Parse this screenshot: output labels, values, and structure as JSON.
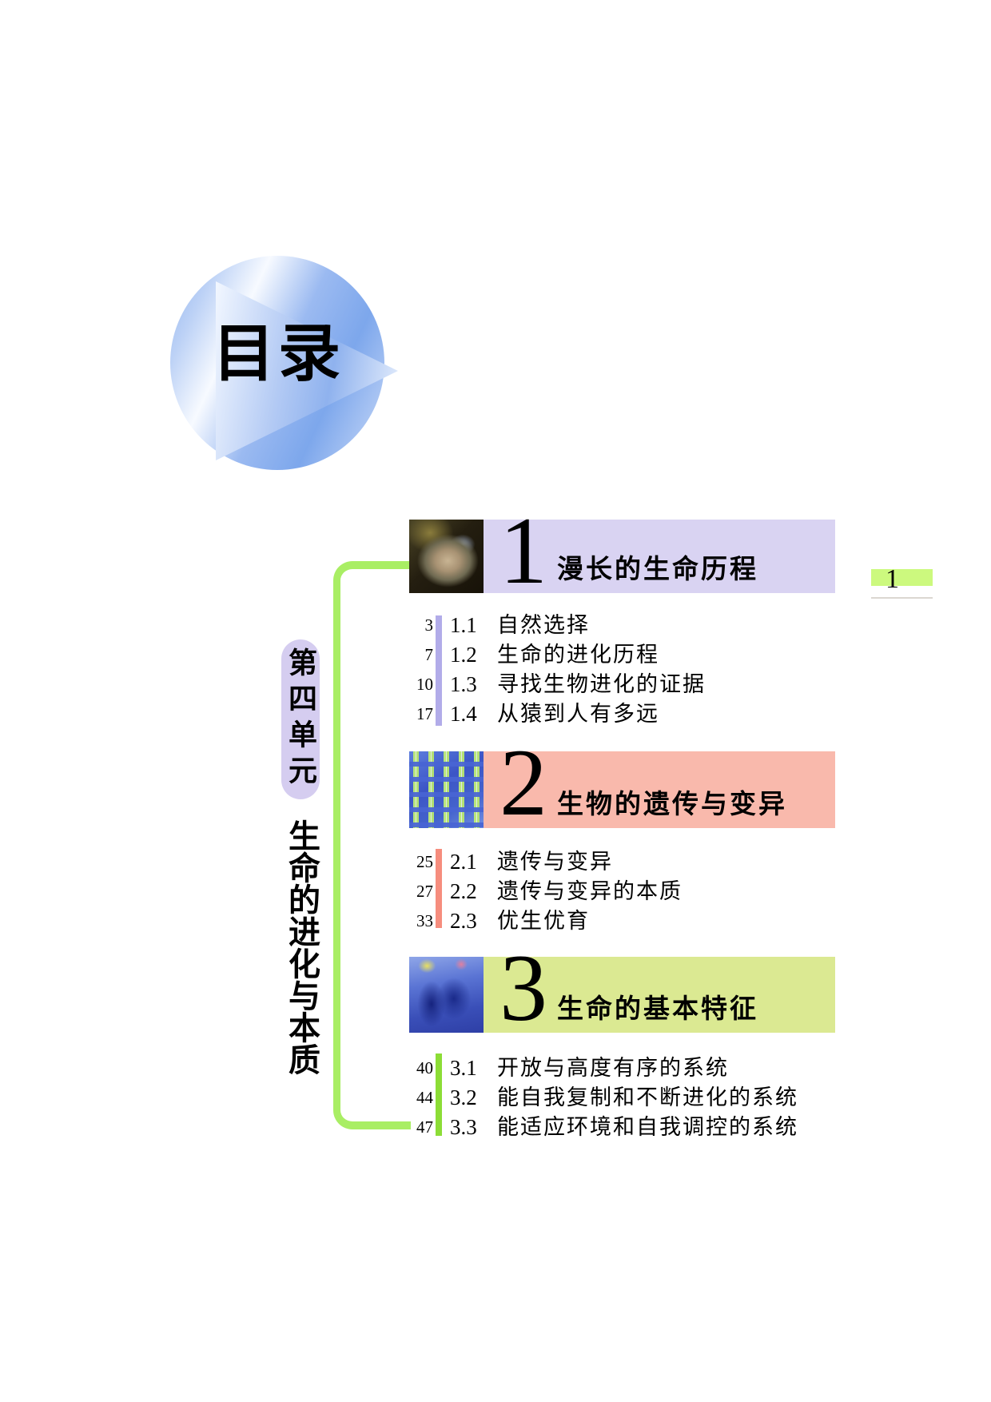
{
  "logo": {
    "title": "目录"
  },
  "unit": {
    "badge": "第四单元",
    "title": "生命的进化与本质"
  },
  "page_tab": {
    "number": "1"
  },
  "chapters": [
    {
      "number": "1",
      "title": "漫长的生命历程",
      "thumbnail": "fossil-photo",
      "banner_color": "#d9d3f2",
      "bar_color": "#b2ace9",
      "sections": [
        {
          "page": "3",
          "number": "1.1",
          "title": "自然选择"
        },
        {
          "page": "7",
          "number": "1.2",
          "title": "生命的进化历程"
        },
        {
          "page": "10",
          "number": "1.3",
          "title": "寻找生物进化的证据"
        },
        {
          "page": "17",
          "number": "1.4",
          "title": "从猿到人有多远"
        }
      ]
    },
    {
      "number": "2",
      "title": "生物的遗传与变异",
      "thumbnail": "karyotype-photo",
      "banner_color": "#f9b9ac",
      "bar_color": "#f68d7e",
      "sections": [
        {
          "page": "25",
          "number": "2.1",
          "title": "遗传与变异"
        },
        {
          "page": "27",
          "number": "2.2",
          "title": "遗传与变异的本质"
        },
        {
          "page": "33",
          "number": "2.3",
          "title": "优生优育"
        }
      ]
    },
    {
      "number": "3",
      "title": "生命的基本特征",
      "thumbnail": "robot-photo",
      "banner_color": "#dbe992",
      "bar_color": "#8cdd36",
      "sections": [
        {
          "page": "40",
          "number": "3.1",
          "title": "开放与高度有序的系统"
        },
        {
          "page": "44",
          "number": "3.2",
          "title": "能自我复制和不断进化的系统"
        },
        {
          "page": "47",
          "number": "3.3",
          "title": "能适应环境和自我调控的系统"
        }
      ]
    }
  ],
  "accent_colors": {
    "bracket_green": "#a9ee64",
    "page_tab_green": "#ccf97e",
    "unit_pill_lavender": "#d5cdf0",
    "logo_blue": "#8fb2ee"
  }
}
